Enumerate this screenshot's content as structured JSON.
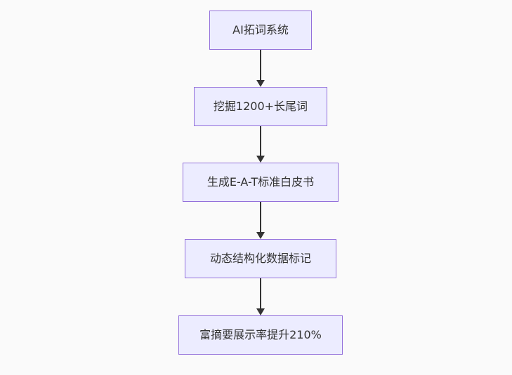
{
  "diagram": {
    "type": "flowchart",
    "direction": "top-to-bottom",
    "nodes": [
      {
        "label": "AI拓词系统"
      },
      {
        "label": "挖掘1200+长尾词"
      },
      {
        "label": "生成E-A-T标准白皮书"
      },
      {
        "label": "动态结构化数据标记"
      },
      {
        "label": "富摘要展示率提升210%"
      }
    ],
    "edges": [
      {
        "from": 0,
        "to": 1,
        "style": "arrow-down"
      },
      {
        "from": 1,
        "to": 2,
        "style": "arrow-down"
      },
      {
        "from": 2,
        "to": 3,
        "style": "arrow-down"
      },
      {
        "from": 3,
        "to": 4,
        "style": "arrow-down"
      }
    ],
    "colors": {
      "background": "#fafafa",
      "node_fill": "#ececff",
      "node_border": "#9370db",
      "text": "#333333",
      "arrow": "#333333"
    }
  }
}
